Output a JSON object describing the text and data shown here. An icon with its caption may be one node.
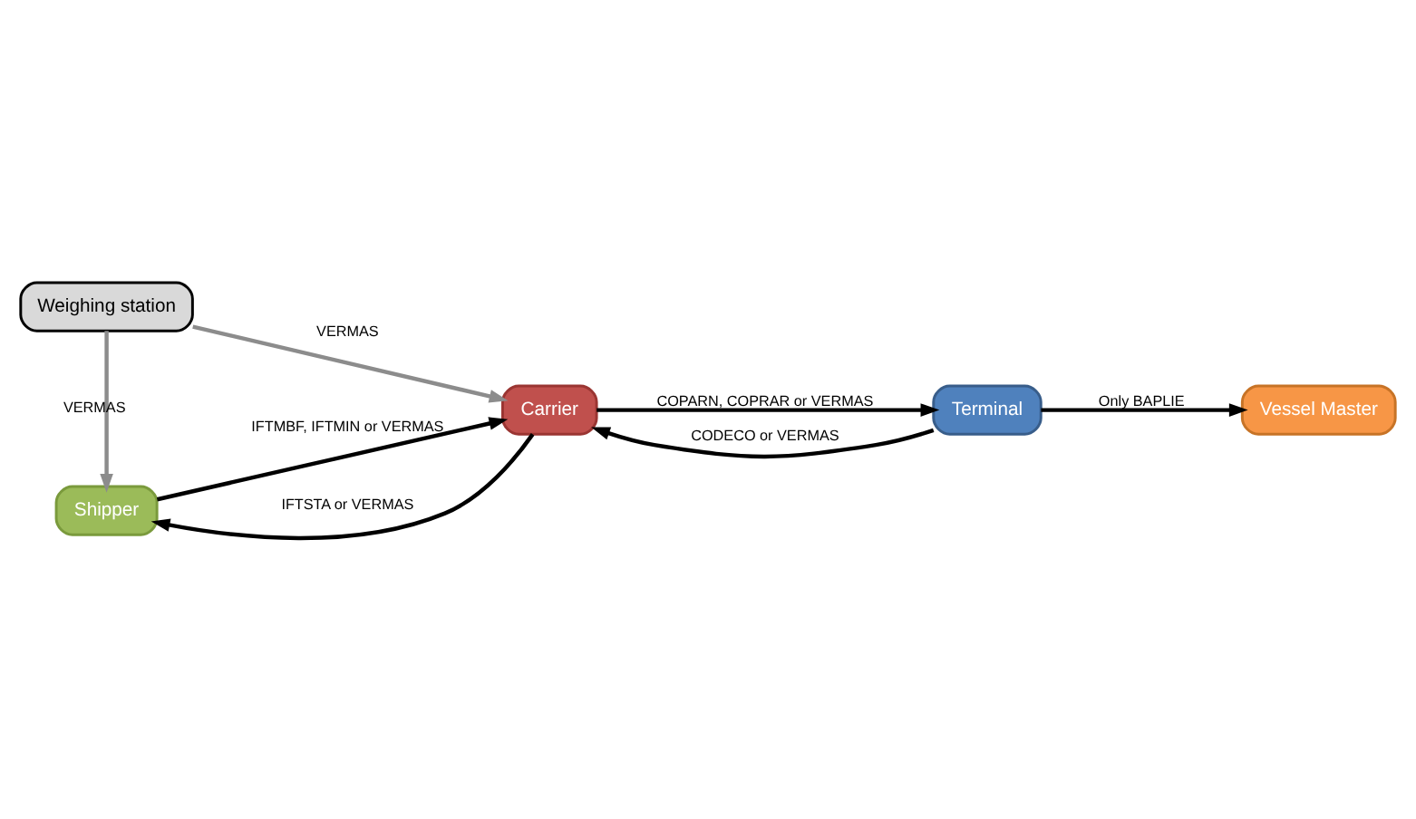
{
  "diagram": {
    "nodes": [
      {
        "text": [
          "Shipper"
        ]
      },
      {
        "text": [
          "Carrier"
        ]
      },
      {
        "text": [
          "Terminal"
        ]
      },
      {
        "text": [
          "Vessel Master"
        ]
      },
      {
        "text": [
          "Weighing station"
        ]
      }
    ],
    "edges": [
      {
        "from": 0,
        "to": 1,
        "arrow": "to",
        "label": "IFTMBF, IFTMIN or VERMAS"
      },
      {
        "from": 1,
        "to": 0,
        "arrow": "to",
        "label": "IFTSTA or VERMAS"
      },
      {
        "from": 1,
        "to": 2,
        "arrow": "to",
        "label": "COPARN, COPRAR or VERMAS"
      },
      {
        "from": 2,
        "to": 1,
        "arrow": "to",
        "label": "CODECO or VERMAS"
      },
      {
        "from": 2,
        "to": 3,
        "arrow": "to",
        "label": "Only BAPLIE"
      },
      {
        "from": 4,
        "to": 0,
        "arrow": "to",
        "label": "VERMAS",
        "color": "#8c8c8c"
      },
      {
        "from": 4,
        "to": 1,
        "arrow": "to",
        "label": "VERMAS",
        "color": "#8c8c8c"
      }
    ]
  }
}
